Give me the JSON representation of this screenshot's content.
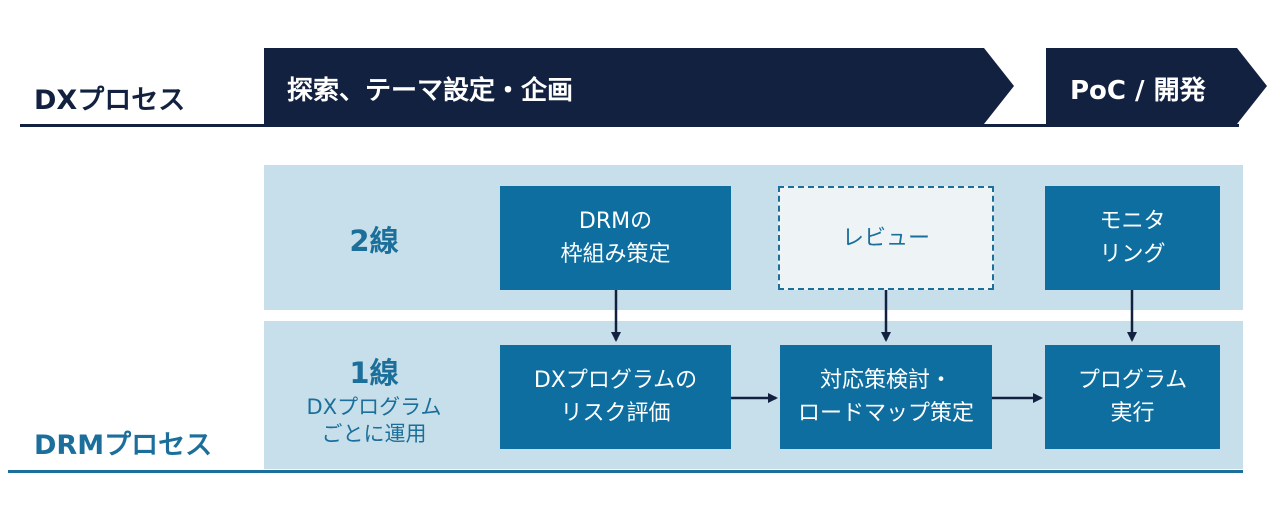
{
  "dx_process": {
    "label": "DXプロセス",
    "stages": [
      {
        "label": "探索、テーマ設定・企画"
      },
      {
        "label": "PoC / 開発"
      }
    ],
    "color": "#132140"
  },
  "drm_process": {
    "label": "DRMプロセス",
    "color": "#1b6f9a",
    "band_color": "#c7dfea",
    "lanes": [
      {
        "title": "2線",
        "subtitle": "",
        "boxes": [
          {
            "label": "DRMの\n枠組み策定",
            "style": "solid"
          },
          {
            "label": "レビュー",
            "style": "dashed"
          },
          {
            "label": "モニタ\nリング",
            "style": "solid"
          }
        ]
      },
      {
        "title": "1線",
        "subtitle": "DXプログラム\nごとに運用",
        "boxes": [
          {
            "label": "DXプログラムの\nリスク評価",
            "style": "solid"
          },
          {
            "label": "対応策検討・\nロードマップ策定",
            "style": "solid"
          },
          {
            "label": "プログラム\n実行",
            "style": "solid"
          }
        ]
      }
    ],
    "box_color": "#0d6e9f"
  }
}
